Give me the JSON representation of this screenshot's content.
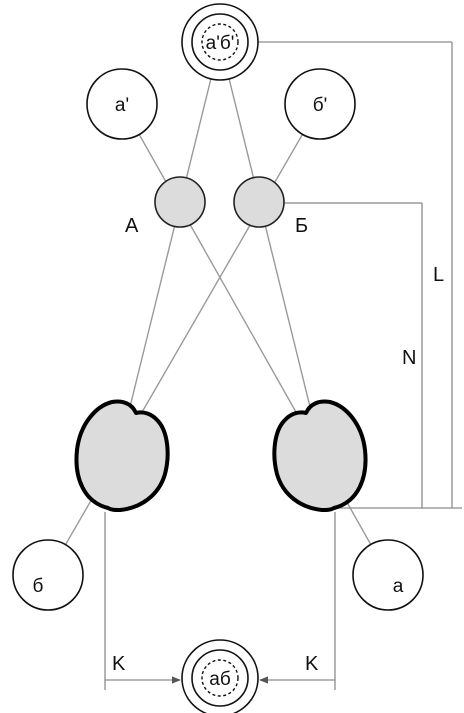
{
  "labels": {
    "ball_left": "А",
    "ball_right": "Б",
    "img_top_left": "а'",
    "img_top_right": "б'",
    "img_top_center": "а'б'",
    "img_bottom_left": "б",
    "img_bottom_right": "а",
    "img_bottom_center": "аб",
    "dim_L": "L",
    "dim_N": "N",
    "dim_K_left": "K",
    "dim_K_right": "K"
  }
}
